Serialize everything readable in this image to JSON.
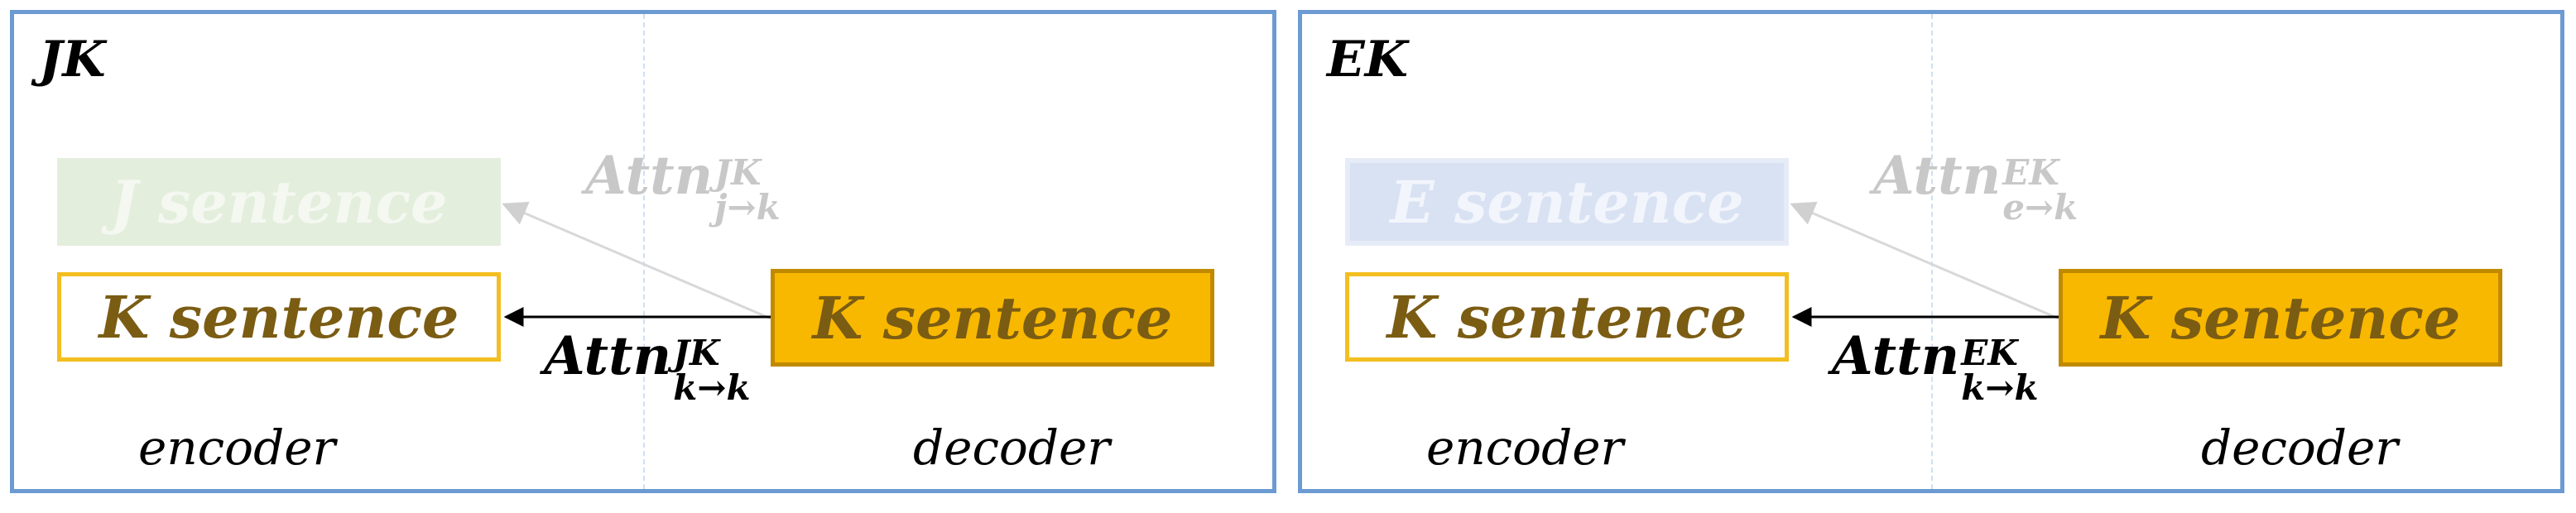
{
  "panels": [
    {
      "label": "JK",
      "faded_box": "J sentence",
      "encoder_box": "K sentence",
      "decoder_box": "K sentence",
      "faded_attn": {
        "base": "Attn",
        "sup": "JK",
        "sub": "j→k"
      },
      "main_attn": {
        "base": "Attn",
        "sup": "JK",
        "sub": "k→k"
      },
      "encoder_label": "encoder",
      "decoder_label": "decoder"
    },
    {
      "label": "EK",
      "faded_box": "E sentence",
      "encoder_box": "K sentence",
      "decoder_box": "K sentence",
      "faded_attn": {
        "base": "Attn",
        "sup": "EK",
        "sub": "e→k"
      },
      "main_attn": {
        "base": "Attn",
        "sup": "EK",
        "sub": "k→k"
      },
      "encoder_label": "encoder",
      "decoder_label": "decoder"
    }
  ],
  "colors": {
    "frame": "#6c9bd2",
    "j_faded_fill": "#e4eedd",
    "e_faded_fill": "#d9e2f3",
    "k_border": "#f3be20",
    "k_fill": "#f8b800",
    "k_text": "#7b5c13",
    "faded_text": "#c8c8c8"
  }
}
